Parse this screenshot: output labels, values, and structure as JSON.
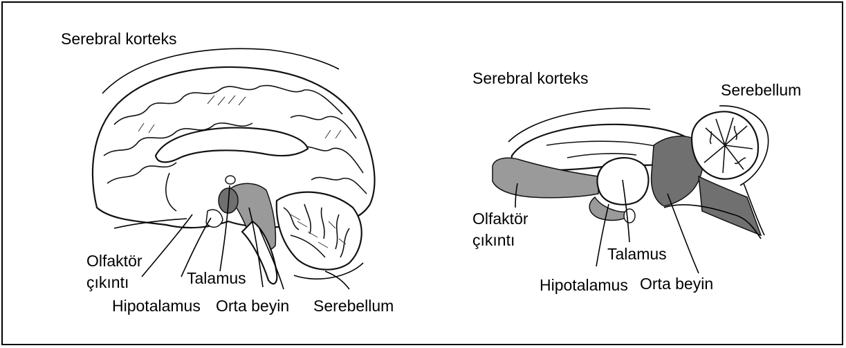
{
  "colors": {
    "shaded": "#9a9a9a",
    "dark": "#707070"
  },
  "human": {
    "cortex": "Serebral korteks",
    "olfactory_line1": "Olfaktör",
    "olfactory_line2": "çıkıntı",
    "thalamus": "Talamus",
    "hypothalamus": "Hipotalamus",
    "midbrain": "Orta beyin",
    "cerebellum": "Serebellum"
  },
  "animal": {
    "cortex": "Serebral korteks",
    "cerebellum": "Serebellum",
    "olfactory_line1": "Olfaktör",
    "olfactory_line2": "çıkıntı",
    "thalamus": "Talamus",
    "hypothalamus": "Hipotalamus",
    "midbrain": "Orta beyin"
  }
}
